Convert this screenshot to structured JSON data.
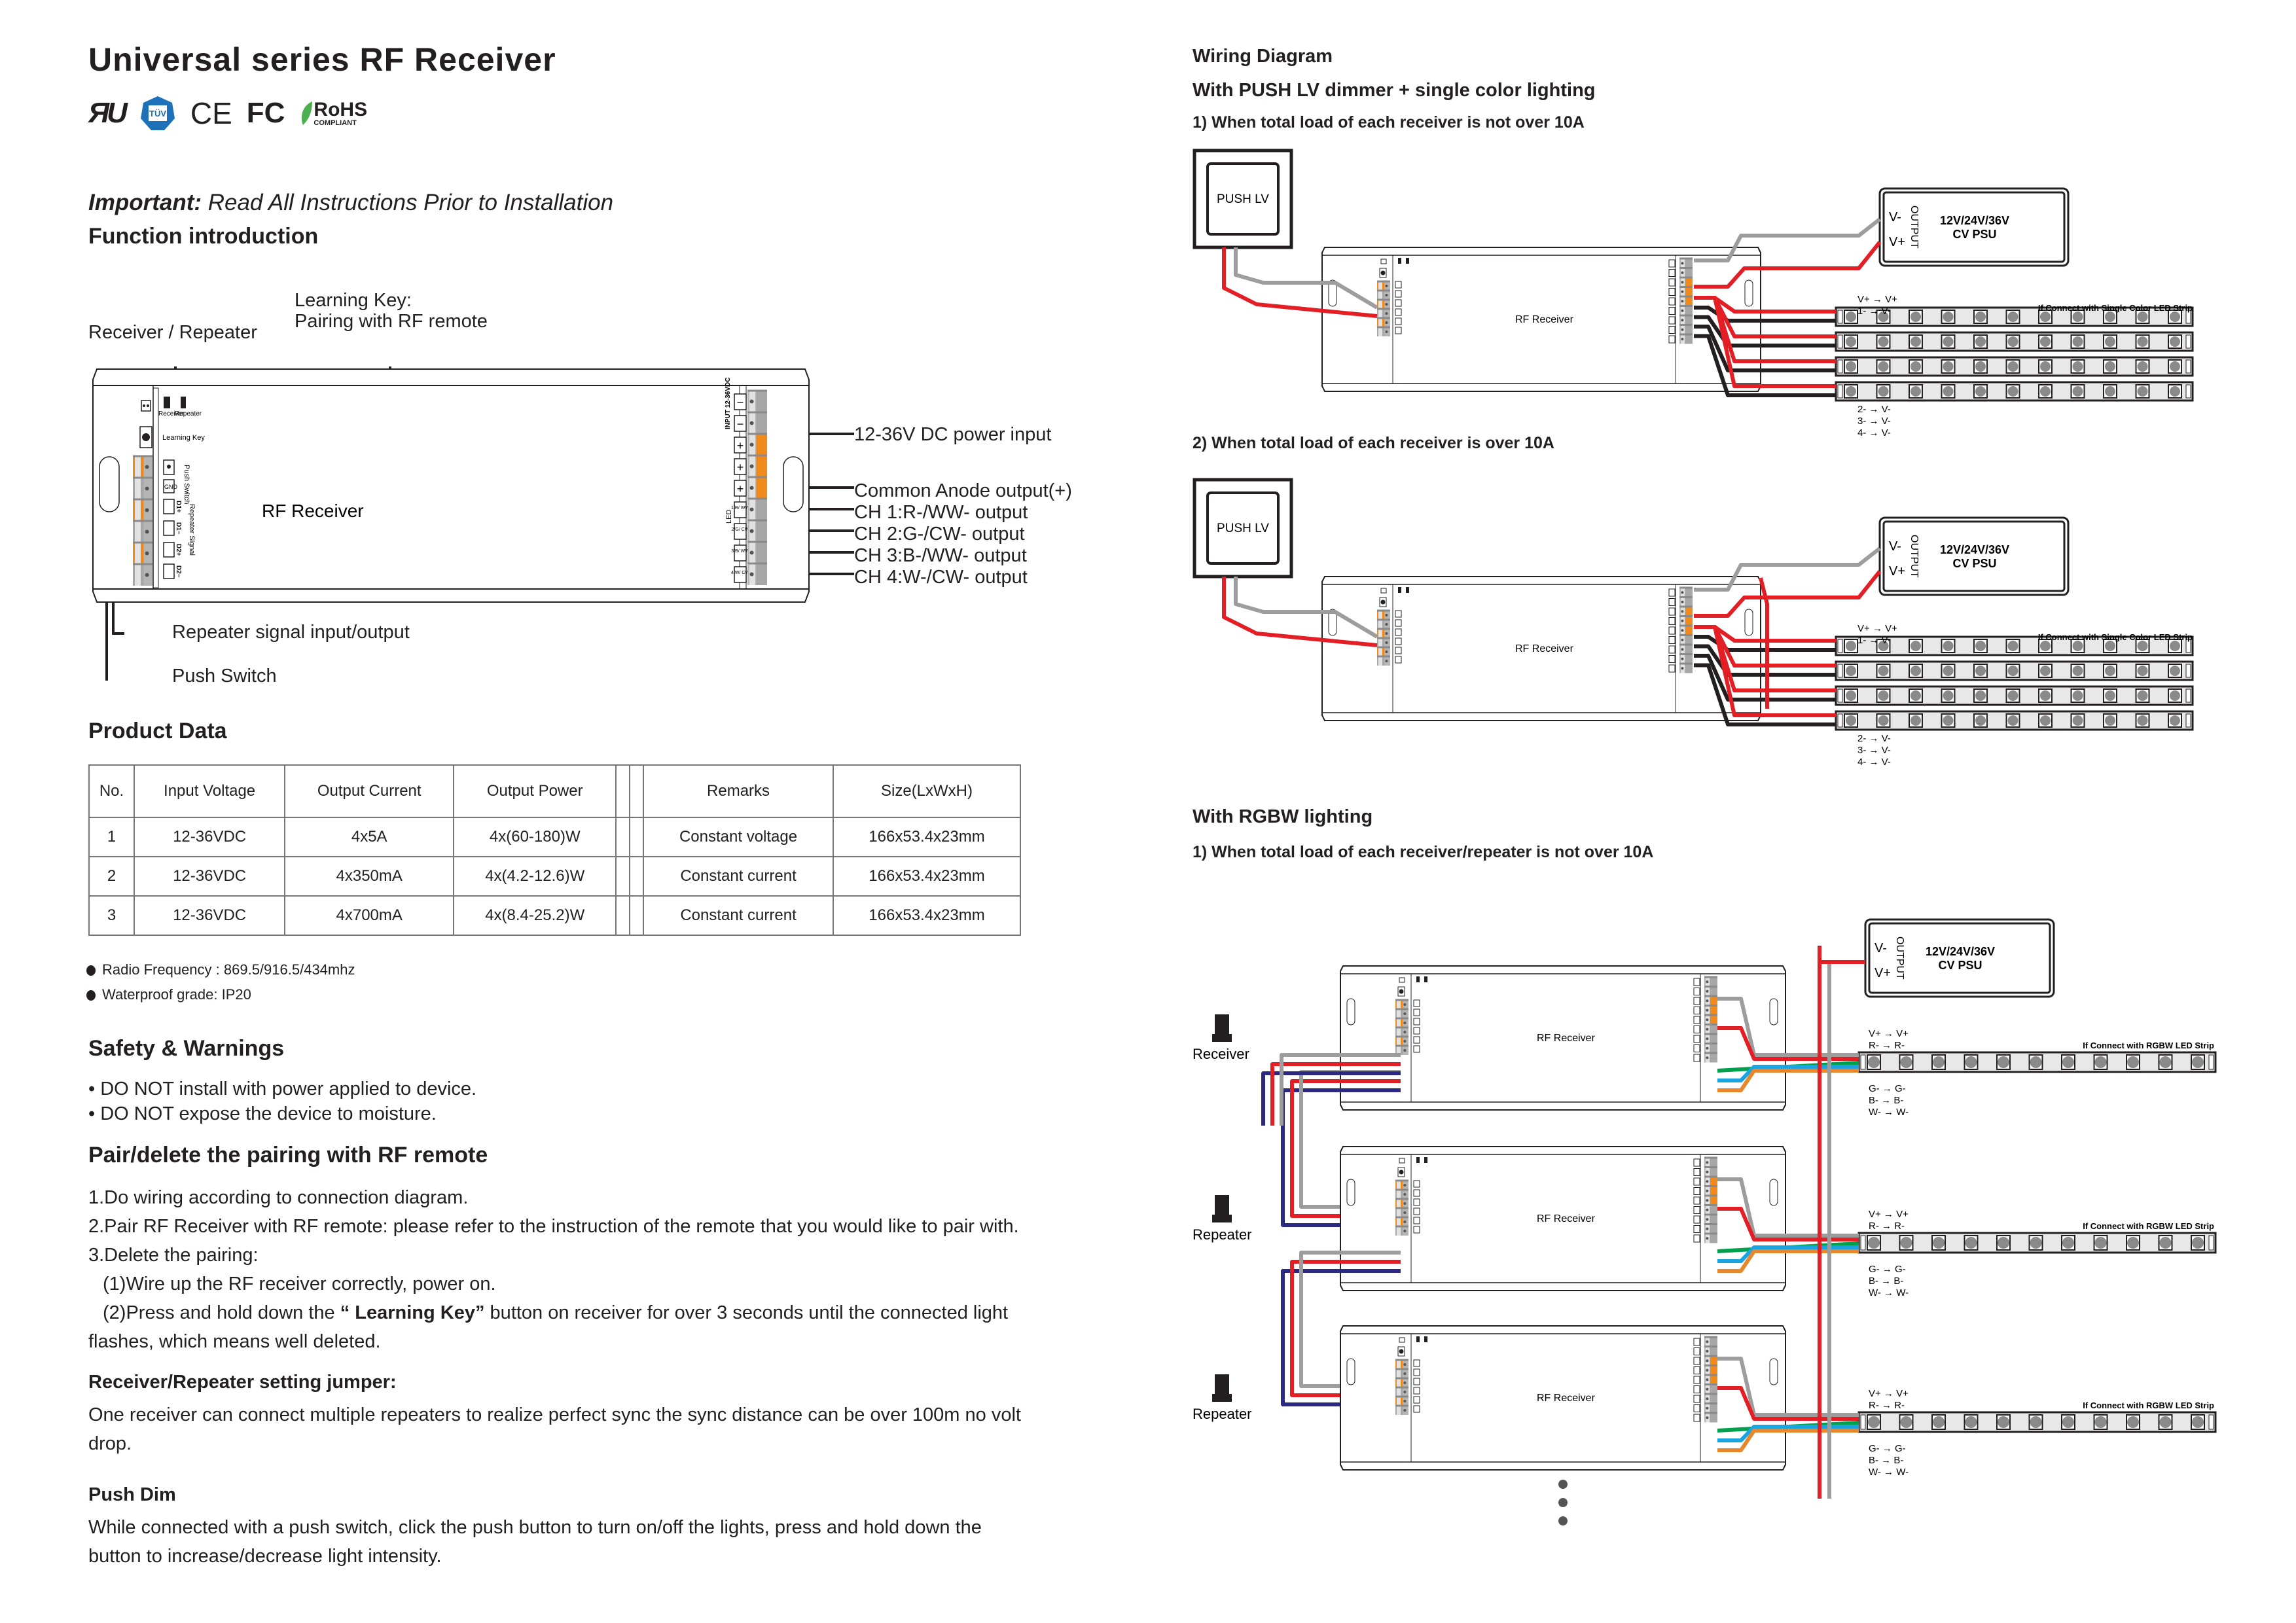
{
  "left": {
    "title": "Universal series RF Receiver",
    "certifications": [
      {
        "name": "UL",
        "icon": "ul-mark-icon"
      },
      {
        "name": "TÜV",
        "icon": "tuv-mark-icon"
      },
      {
        "name": "CE",
        "icon": "ce-mark-icon"
      },
      {
        "name": "FC",
        "icon": "fcc-mark-icon"
      },
      {
        "name": "RoHS",
        "sub": "COMPLIANT",
        "icon": "rohs-leaf-icon"
      }
    ],
    "important_label": "Important:",
    "important_text": " Read All Instructions Prior to Installation",
    "function_heading": "Function introduction",
    "device": {
      "name": "RF Receiver",
      "jumper_receiver": "Receiver",
      "jumper_repeater": "Repeater",
      "learning_key": "Learning Key",
      "push_switch": "Push Switch",
      "gnd": "GND",
      "repeater_signal": "Repeater Signal",
      "d_terms": [
        "D1+",
        "D1−",
        "D2+",
        "D2−"
      ],
      "input_label": "INPUT 12-36VDC",
      "led_label": "LED",
      "right_terms": [
        "−",
        "−",
        "+",
        "+",
        "+",
        "1/R/ WW",
        "2/G/ CW",
        "3/B/ WW",
        "4/W/ CW"
      ]
    },
    "callouts": {
      "receiver_repeater": "Receiver / Repeater",
      "learning_key_1": "Learning Key:",
      "learning_key_2": "Pairing with RF remote",
      "power_input": "12-36V DC power input",
      "common_anode": "Common Anode output(+)",
      "ch1": "CH 1:R-/WW- output",
      "ch2": "CH 2:G-/CW- output",
      "ch3": "CH 3:B-/WW- output",
      "ch4": "CH 4:W-/CW- output",
      "repeater_signal": "Repeater signal input/output",
      "push_switch": "Push Switch"
    },
    "product_data": {
      "heading": "Product Data",
      "headers": [
        "No.",
        "Input Voltage",
        "Output Current",
        "Output Power",
        "",
        "",
        "Remarks",
        "Size(LxWxH)"
      ],
      "rows": [
        [
          "1",
          "12-36VDC",
          "4x5A",
          "4x(60-180)W",
          "",
          "",
          "Constant voltage",
          "166x53.4x23mm"
        ],
        [
          "2",
          "12-36VDC",
          "4x350mA",
          "4x(4.2-12.6)W",
          "",
          "",
          "Constant current",
          "166x53.4x23mm"
        ],
        [
          "3",
          "12-36VDC",
          "4x700mA",
          "4x(8.4-25.2)W",
          "",
          "",
          "Constant current",
          "166x53.4x23mm"
        ]
      ]
    },
    "specs": [
      "Radio Frequency : 869.5/916.5/434mhz",
      "Waterproof grade: IP20"
    ],
    "safety": {
      "heading": "Safety & Warnings",
      "items": [
        "• DO NOT install with power applied to device.",
        "• DO NOT expose the device to moisture."
      ]
    },
    "pairing": {
      "heading": "Pair/delete the pairing with RF remote",
      "step1": "1.Do wiring according to connection diagram.",
      "step2": "2.Pair RF Receiver with RF remote: please refer to the instruction of the remote that you would like to pair with.",
      "step3": "3.Delete the pairing:",
      "step3a": "(1)Wire up the RF receiver correctly, power on.",
      "step3b_pre": "(2)Press and hold down the ",
      "step3b_bold": "“ Learning Key”",
      "step3b_post": " button on receiver for over 3 seconds until the connected light",
      "step3b_cont": "flashes, which means well deleted."
    },
    "jumper": {
      "heading": "Receiver/Repeater setting jumper:",
      "text1": "One receiver can connect multiple repeaters to realize perfect sync the sync distance can be over 100m no volt",
      "text2": "drop."
    },
    "push_dim": {
      "heading": "Push Dim",
      "text1": "While connected with a push switch, click the push button to turn on/off the lights, press and hold down the",
      "text2": "button to increase/decrease light intensity."
    }
  },
  "right": {
    "wiring_heading": "Wiring Diagram",
    "push_heading": "With PUSH LV dimmer + single color lighting",
    "case1": "1) When total load of each receiver is not over 10A",
    "case2": "2) When total load of each receiver is over 10A",
    "push_lv": "PUSH LV",
    "psu_line1": "12V/24V/36V",
    "psu_line2": "CV PSU",
    "psu_output": "OUTPUT",
    "psu_vminus": "V-",
    "psu_vplus": "V+",
    "single_strip_label": "If Connect with Single Color LED Strip",
    "single_map_top": [
      "V+ → V+",
      "1- → V-"
    ],
    "single_map_bottom": [
      "2- → V-",
      "3- → V-",
      "4- → V-"
    ],
    "rgbw_heading": "With RGBW lighting",
    "rgbw_case1": "1) When total load of each receiver/repeater is not over 10A",
    "rgbw_strip_label": "If Connect with RGBW LED Strip",
    "rgbw_map_top": [
      "V+ → V+",
      "R- → R-"
    ],
    "rgbw_map_bottom": [
      "G- → G-",
      "B- → B-",
      "W- → W-"
    ],
    "unit_roles": [
      "Receiver",
      "Repeater",
      "Repeater"
    ],
    "receiver_name": "RF Receiver",
    "leds_per_strip": 11,
    "wire_colors": {
      "red": "#e31e24",
      "gray": "#9d9d9d",
      "black": "#231f20",
      "blue": "#2b2a82",
      "green": "#00a04f",
      "cyan": "#1ba5e0",
      "orange": "#e8872c",
      "terminal_orange": "#f08a1c"
    }
  }
}
